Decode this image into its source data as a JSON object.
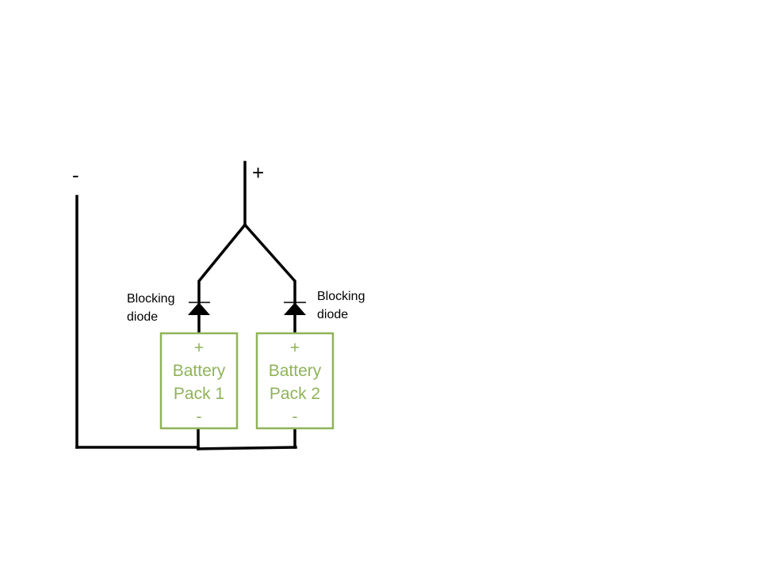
{
  "terminals": {
    "negative": "-",
    "positive": "+"
  },
  "diodes": [
    {
      "label_line1": "Blocking",
      "label_line2": "diode"
    },
    {
      "label_line1": "Blocking",
      "label_line2": "diode"
    }
  ],
  "packs": [
    {
      "top": "+",
      "line1": "Battery",
      "line2": "Pack 1",
      "bottom": "-"
    },
    {
      "top": "+",
      "line1": "Battery",
      "line2": "Pack 2",
      "bottom": "-"
    }
  ],
  "colors": {
    "wire": "#000000",
    "pack": "#8fb35a"
  }
}
